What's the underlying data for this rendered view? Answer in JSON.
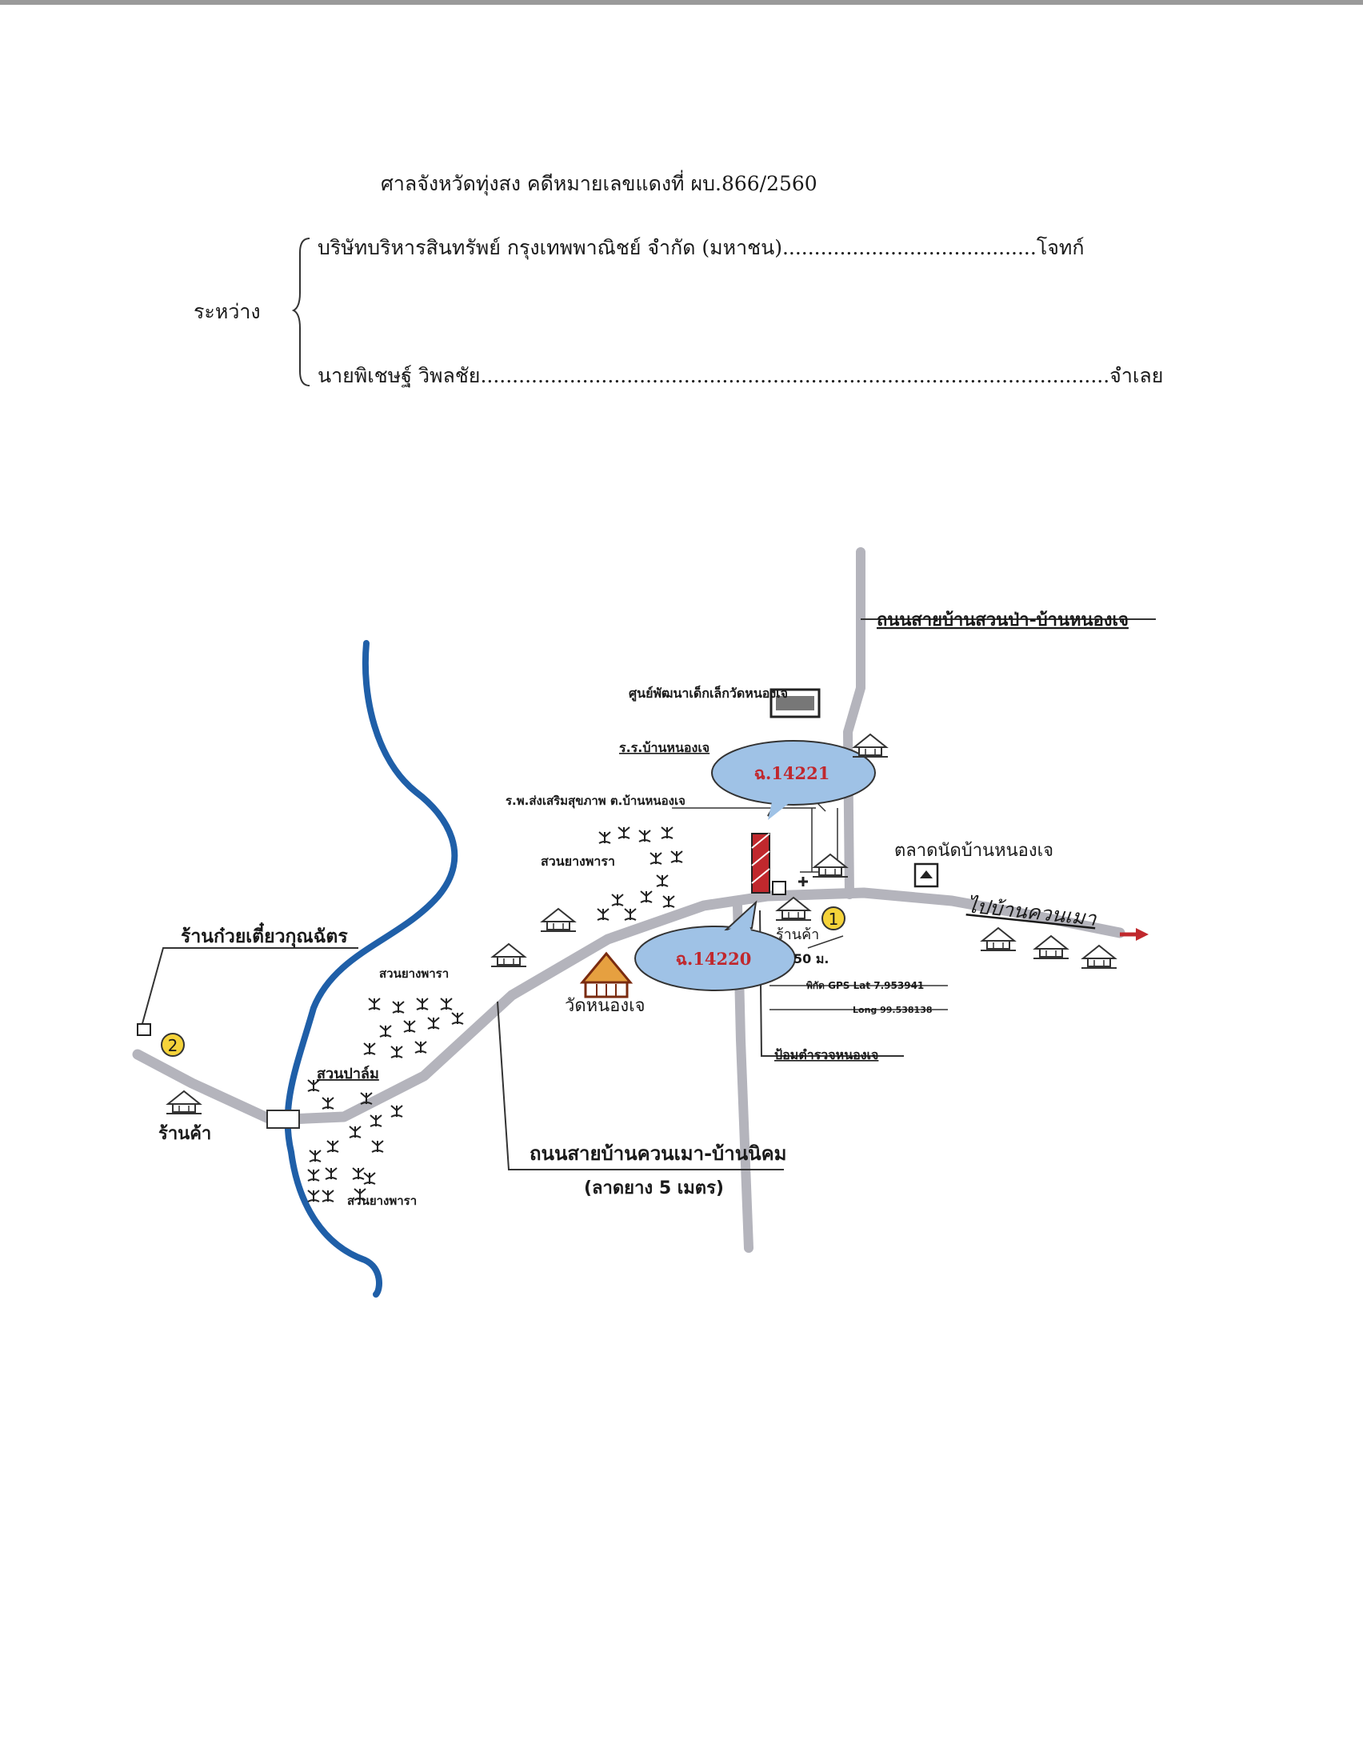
{
  "header": {
    "case_title": "ศาลจังหวัดทุ่งสง  คดีหมายเลขแดงที่ ผบ.866/2560",
    "plaintiff_line": "บริษัทบริหารสินทรัพย์  กรุงเทพพาณิชย์  จำกัด (มหาชน)........................................โจทก์",
    "between_label": "ระหว่าง",
    "defendant_line": "นายพิเชษฐ์ วิพลชัย...................................................................................................จำเลย"
  },
  "map": {
    "road_north_label": "ถนนสายบ้านสวนป่า-บ้านหนองเจ",
    "child_center_label": "ศูนย์พัฒนาเด็กเล็กวัดหนองเจ",
    "school_label": "ร.ร.บ้านหนองเจ",
    "hospital_label": "ร.พ.ส่งเสริมสุขภาพ ต.บ้านหนองเจ",
    "parcel_a": "ฉ.14221",
    "parcel_b": "ฉ.14220",
    "rubber_grove_label_1": "สวนยางพารา",
    "rubber_grove_label_2": "สวนยางพารา",
    "rubber_grove_label_3": "สวนยางพารา",
    "palm_grove_label": "สวนปาล์ม",
    "market_label": "ตลาดนัดบ้านหนองเจ",
    "to_town_label": "ไปบ้านควนเมา",
    "shop_label_1": "ร้านค้า",
    "shop_label_2": "ร้านค้า",
    "distance_label": "50 ม.",
    "gps_lat": "พิกัด GPS  Lat    7.953941",
    "gps_long": "Long  99.538138",
    "police_label": "ป้อมตำรวจหนองเจ",
    "temple_label": "วัดหนองเจ",
    "noodle_shop_label": "ร้านก๋วยเตี๋ยวกุณฉัตร",
    "road_main_label": "ถนนสายบ้านควนเมา-บ้านนิคม",
    "road_main_sub": "(ลาดยาง 5 เมตร)",
    "marker_1": "1",
    "marker_2": "2"
  },
  "colors": {
    "road": "#b4b4bc",
    "river": "#1f5fa8",
    "callout": "#9fc2e6",
    "parcel_text": "#c0282d",
    "parcel_fill": "#c0282d",
    "marker": "#f5d33a",
    "arrow": "#c0282d"
  }
}
